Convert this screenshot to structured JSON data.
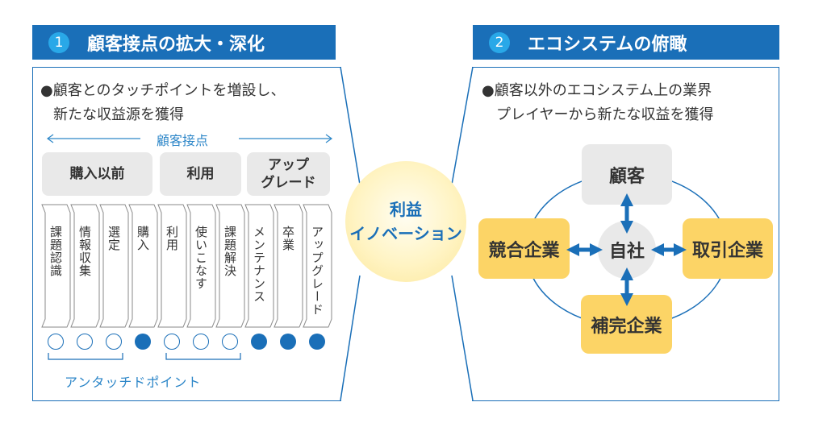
{
  "left": {
    "number": "1",
    "title": "顧客接点の拡大・深化",
    "bullet_mark": "●",
    "bullet_line1": "顧客とのタッチポイントを増設し、",
    "bullet_line2": "新たな収益源を獲得",
    "touchpoint_label": "顧客接点",
    "stages": [
      {
        "label": "購入以前"
      },
      {
        "label": "利用"
      },
      {
        "label": "アップグレード",
        "line1": "アップ",
        "line2": "グレード"
      }
    ],
    "steps": [
      {
        "label": "課題認識",
        "touch": false
      },
      {
        "label": "情報収集",
        "touch": false
      },
      {
        "label": "選定",
        "touch": false
      },
      {
        "label": "購入",
        "touch": true
      },
      {
        "label": "利用",
        "touch": false
      },
      {
        "label": "使いこなす",
        "touch": false
      },
      {
        "label": "課題解決",
        "touch": false
      },
      {
        "label": "メンテナンス",
        "touch": true
      },
      {
        "label": "卒業",
        "touch": true
      },
      {
        "label": "アップグレード",
        "touch": true
      }
    ],
    "untouch_label": "アンタッチドポイント"
  },
  "center": {
    "line1": "利益",
    "line2": "イノベーション"
  },
  "right": {
    "number": "2",
    "title": "エコシステムの俯瞰",
    "bullet_mark": "●",
    "bullet_line1": "顧客以外のエコシステム上の業界",
    "bullet_line2": "プレイヤーから新たな収益を獲得",
    "nodes": {
      "top": "顧客",
      "center": "自社",
      "left": "競合企業",
      "right": "取引企業",
      "bottom": "補完企業"
    }
  },
  "colors": {
    "header_blue": "#1a6fb8",
    "number_circle": "#29a8e8",
    "partner_yellow": "#fcd466",
    "stage_gray": "#e9e9e9",
    "arrow_blue": "#1a6fb8"
  }
}
